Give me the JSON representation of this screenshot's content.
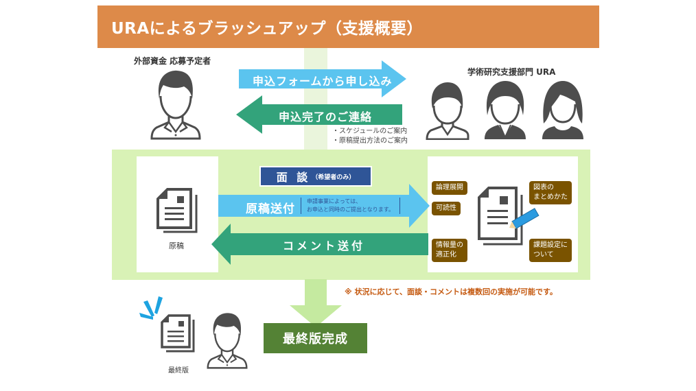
{
  "title": "URAによるブラッシュアップ（支援概要）",
  "applicant": {
    "label": "外部資金 応募予定者"
  },
  "ura": {
    "label": "学術研究支援部門 URA"
  },
  "arrows": {
    "apply": "申込フォームから申し込み",
    "confirm": "申込完了のご連絡",
    "send_draft": "原稿送付",
    "comment": "コメント送付"
  },
  "confirm_notes": [
    "・スケジュールのご案内",
    "・原稿提出方法のご案内"
  ],
  "interview": {
    "main": "面 談",
    "sub": "（希望者のみ）"
  },
  "send_draft_note": [
    "申請事業によっては、",
    "お申込と同時のご提出となります。"
  ],
  "draft_label": "原稿",
  "review_points": {
    "logic": "論理展開",
    "readability": "可読性",
    "info_amount": [
      "情報量の",
      "適正化"
    ],
    "figures": [
      "図表の",
      "まとめかた"
    ],
    "issue_setting": [
      "課題設定に",
      "ついて"
    ]
  },
  "footnote": "※ 状況に応じて、面談・コメントは複数回の実施が可能です。",
  "final": {
    "box": "最終版完成",
    "doc_label": "最終版"
  },
  "colors": {
    "title_bg": "#dd8a49",
    "arrow_blue": "#5bc4ef",
    "arrow_green": "#33a37b",
    "panel_green": "#d9f2b6",
    "interview_bg": "#2f5597",
    "bubble_bg": "#7a5300",
    "final_bg": "#548235",
    "footnote": "#c55a11"
  }
}
